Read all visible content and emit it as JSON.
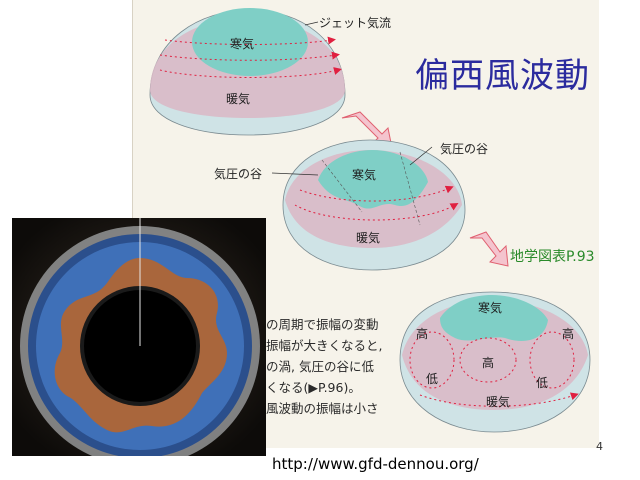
{
  "title": "偏西風波動",
  "reference": "地学図表P.93",
  "page_number": "4",
  "url": "http://www.gfd-dennou.org/",
  "diagram": {
    "top": {
      "jet_label": "ジェット気流",
      "cold": "寒気",
      "warm": "暖気"
    },
    "middle": {
      "trough_left": "気圧の谷",
      "trough_right": "気圧の谷",
      "cold": "寒気",
      "warm": "暖気"
    },
    "bottom": {
      "cold": "寒気",
      "warm": "暖気",
      "high_left": "高",
      "high_right": "高",
      "high_center": "高",
      "low_left": "低",
      "low_right": "低"
    }
  },
  "body_text": [
    "の周期で振幅の変動",
    "振幅が大きくなると,",
    "の渦, 気圧の谷に低",
    "くなる(▶P.96)。",
    "風波動の振幅は小さ"
  ],
  "colors": {
    "title": "#2b2b9e",
    "reference": "#2a8a2a",
    "arrow": "#e06070",
    "cold": "#7fcfc6",
    "warm": "#d9b9c6",
    "flow": "#e02040"
  }
}
